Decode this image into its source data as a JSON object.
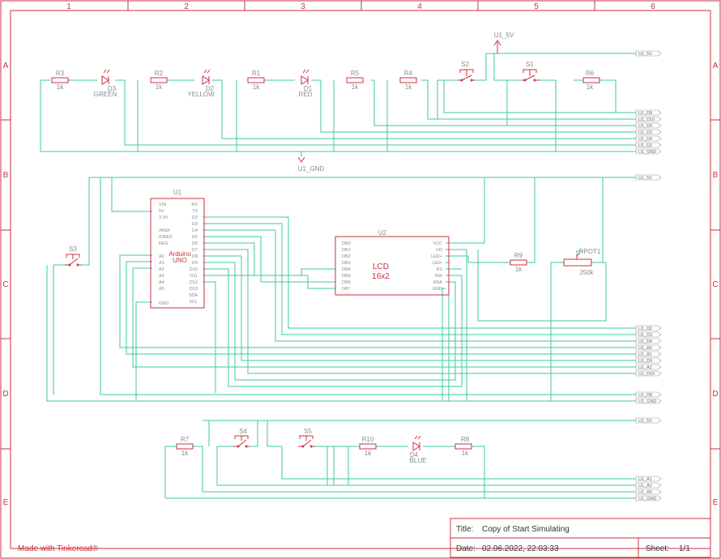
{
  "frame": {
    "columns": [
      "1",
      "2",
      "3",
      "4",
      "5",
      "6"
    ],
    "rows": [
      "A",
      "B",
      "C",
      "D",
      "E"
    ]
  },
  "colors": {
    "frame": "#c8323c",
    "part": "#c8323c",
    "wire": "#3cc8a0",
    "label": "#8a8a8a",
    "text": "#333333"
  },
  "parts": {
    "r3": {
      "name": "R3",
      "value": "1k"
    },
    "r2": {
      "name": "R2",
      "value": "1k"
    },
    "r1": {
      "name": "R1",
      "value": "1k"
    },
    "r5": {
      "name": "R5",
      "value": "1k"
    },
    "r4": {
      "name": "R4",
      "value": "1k"
    },
    "r6": {
      "name": "R6",
      "value": "1k"
    },
    "r7": {
      "name": "R7",
      "value": "1k"
    },
    "r8": {
      "name": "R8",
      "value": "1k"
    },
    "r9": {
      "name": "R9",
      "value": "1k"
    },
    "r10": {
      "name": "R10",
      "value": "1k"
    },
    "d3": {
      "name": "D3",
      "value": "GREEN"
    },
    "d2": {
      "name": "D2",
      "value": "YELLOW"
    },
    "d1": {
      "name": "D1",
      "value": "RED"
    },
    "d4": {
      "name": "D4",
      "value": "BLUE"
    },
    "s1": {
      "name": "S1"
    },
    "s2": {
      "name": "S2"
    },
    "s3": {
      "name": "S3"
    },
    "s4": {
      "name": "S4"
    },
    "s5": {
      "name": "S5"
    },
    "u1_5v": "U1_5V",
    "u1_gnd": "U1_GND",
    "rpot": {
      "name": "RPOT1",
      "value": "250k"
    },
    "arduino": {
      "name": "U1",
      "title": "Arduino",
      "subtitle": "UNO",
      "left_pins": [
        "VIN",
        "5V",
        "3.3V",
        "AREF",
        "IOREF",
        "RES",
        "A0",
        "A1",
        "A2",
        "A3",
        "A4",
        "A5",
        "GND"
      ],
      "right_pins": [
        "RX",
        "TX",
        "D2",
        "D3",
        "D4",
        "D5",
        "D6",
        "D7",
        "D8",
        "D9",
        "D10",
        "D11",
        "D12",
        "D13",
        "SDA",
        "SCL"
      ]
    },
    "lcd": {
      "name": "U2",
      "title": "LCD",
      "subtitle": "16x2",
      "left_pins": [
        "DB0",
        "DB1",
        "DB2",
        "DB3",
        "DB4",
        "DB5",
        "DB6",
        "DB7"
      ],
      "right_pins": [
        "VCC",
        "VO",
        "LED+",
        "LED-",
        "RS",
        "RW",
        "ENA",
        "GND"
      ]
    }
  },
  "net_labels": {
    "top": [
      "U1_5V",
      "U1_D8",
      "U1_D10",
      "U1_D9",
      "U1_D3",
      "U1_D4",
      "U1_D2",
      "U1_GND"
    ],
    "mid_5v": "U1_5V",
    "mid": [
      "U1_D2",
      "U1_D3",
      "U1_D4",
      "U1_A0",
      "U1_A1",
      "U1_D9",
      "U1_A2",
      "U1_D10"
    ],
    "mid_bottom": [
      "U1_D8",
      "U1_GND"
    ],
    "bottom_5v": "U1_5V",
    "bottom": [
      "U1_A1",
      "U1_A2",
      "U1_A0",
      "U1_GND"
    ]
  },
  "title_block": {
    "title_label": "Title:",
    "title_value": "Copy of Start Simulating",
    "date_label": "Date:",
    "date_value": "02.06.2022, 22:03:33",
    "sheet_label": "Sheet:",
    "sheet_value": "1/1"
  },
  "footer": "Made with Tinkercad®"
}
